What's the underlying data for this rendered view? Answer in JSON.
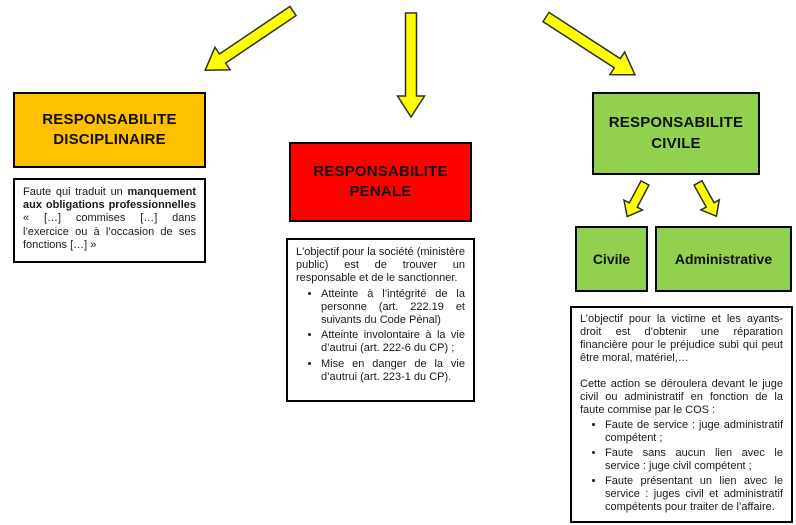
{
  "colors": {
    "arrow-yellow": "#FFFF00",
    "box-orange": "#FFC000",
    "box-red": "#FF0000",
    "box-green": "#92D050"
  },
  "disciplinaire": {
    "title_line1": "RESPONSABILITE",
    "title_line2": "DISCIPLINAIRE",
    "desc_prefix": "Faute qui traduit un ",
    "desc_bold": "manquement aux obligations professionnelles",
    "desc_suffix": " « […] commises […] dans l’exercice ou à l’occasion de ses fonctions […] »"
  },
  "penale": {
    "title_line1": "RESPONSABILITE",
    "title_line2": "PENALE",
    "intro": "L'objectif pour la société (ministère public) est de trouver un responsable et de le sanctionner.",
    "bullets": [
      "Atteinte à l’intégrité de la personne (art. 222.19 et suivants du Code Pénal)",
      "Atteinte involontaire à la vie d’autrui (art. 222-6 du CP) ;",
      "Mise en danger de la vie d’autrui (art. 223-1 du CP)."
    ]
  },
  "civile": {
    "title_line1": "RESPONSABILITE",
    "title_line2": "CIVILE",
    "sub_left": "Civile",
    "sub_right": "Administrative",
    "intro": "L’objectif pour la victime et les ayants-droit est d’obtenir une réparation financière pour le préjudice subi qui peut être moral, matériel,…",
    "intro2": "Cette action se déroulera devant le juge civil ou administratif en fonction de la faute commise par le COS :",
    "bullets": [
      "Faute de service : juge administratif compétent ;",
      "Faute sans aucun lien avec le service : juge civil compétent ;",
      "Faute présentant un lien avec le service : juges civil et administratif compétents pour traiter de l’affaire."
    ]
  }
}
